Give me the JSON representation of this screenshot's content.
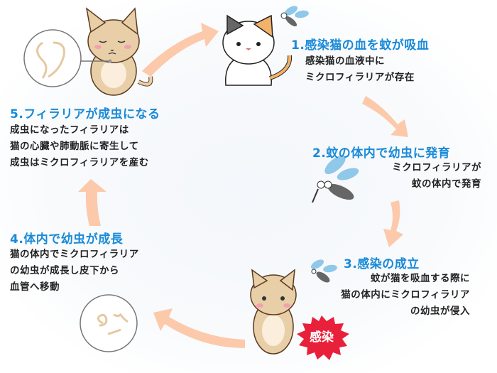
{
  "steps": [
    {
      "title": "1.感染猫の血を蚊が吸血",
      "lines": [
        "感染猫の血液中に",
        "ミクロフィラリアが存在"
      ]
    },
    {
      "title": "2.蚊の体内で幼虫に発育",
      "lines": [
        "ミクロフィラリアが",
        "蚊の体内で発育"
      ]
    },
    {
      "title": "3.感染の成立",
      "lines": [
        "蚊が猫を吸血する際に",
        "猫の体内にミクロフィラリア",
        "の幼虫が侵入"
      ]
    },
    {
      "title": "4.体内で幼虫が成長",
      "lines": [
        "猫の体内でミクロフィラリア",
        "の幼虫が成長し皮下から",
        "血管へ移動"
      ]
    },
    {
      "title": "5.フィラリアが成虫になる",
      "lines": [
        "成虫になったフィラリアは",
        "猫の心臓や肺動脈に寄生して",
        "成虫はミクロフィラリアを産む"
      ]
    }
  ],
  "badge": {
    "label": "感染",
    "color": "#e8203a"
  },
  "colors": {
    "title": "#1a8ad8",
    "arrow": "#fcc9aa",
    "text": "#222222"
  }
}
